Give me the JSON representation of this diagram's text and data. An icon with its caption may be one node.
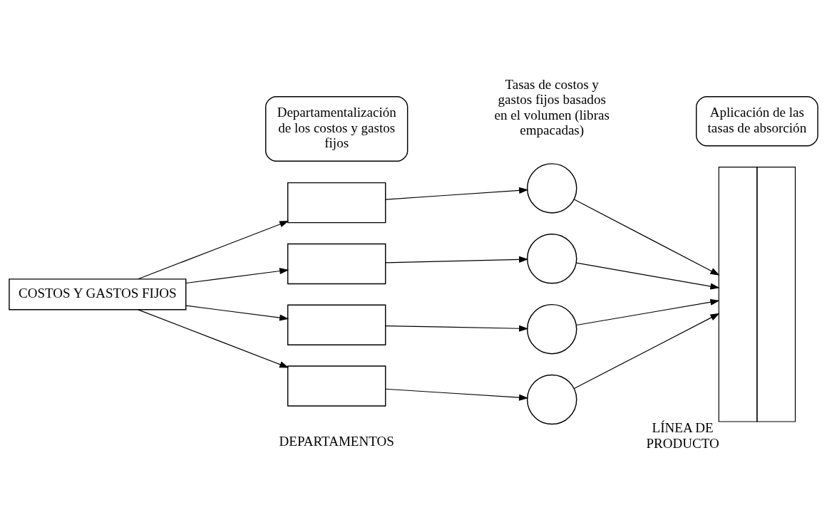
{
  "diagram": {
    "nodes": [
      {
        "text": [
          "Departamentalización de los costos y gastos fijos"
        ]
      },
      {
        "text": [
          "Aplicación de las tasas de absorción"
        ]
      },
      {
        "text": [
          "COSTOS Y GASTOS FIJOS"
        ]
      },
      {
        "text": [],
        "shape": "box"
      },
      {
        "text": [],
        "shape": "box"
      },
      {
        "text": [],
        "shape": "box"
      },
      {
        "text": [],
        "shape": "box"
      },
      {
        "text": [],
        "shape": "circle"
      },
      {
        "text": [],
        "shape": "circle"
      },
      {
        "text": [],
        "shape": "circle"
      },
      {
        "text": [],
        "shape": "circle"
      },
      {
        "text": [],
        "shape": "bar",
        "beside": [
          "LÍNEA DE PRODUCTO"
        ]
      }
    ],
    "edges": [
      {
        "from": 2,
        "to": 3,
        "arrow": "to"
      },
      {
        "from": 2,
        "to": 4,
        "arrow": "to"
      },
      {
        "from": 2,
        "to": 5,
        "arrow": "to"
      },
      {
        "from": 2,
        "to": 6,
        "arrow": "to"
      },
      {
        "from": 3,
        "to": 7,
        "arrow": "to"
      },
      {
        "from": 4,
        "to": 8,
        "arrow": "to"
      },
      {
        "from": 5,
        "to": 9,
        "arrow": "to"
      },
      {
        "from": 6,
        "to": 10,
        "arrow": "to"
      },
      {
        "from": 7,
        "to": 11,
        "arrow": "to"
      },
      {
        "from": 8,
        "to": 11,
        "arrow": "to"
      },
      {
        "from": 9,
        "to": 11,
        "arrow": "to"
      },
      {
        "from": 10,
        "to": 11,
        "arrow": "to"
      }
    ],
    "labels": [
      "Tasas de costos y gastos fijos basados en el volumen (libras empacadas)",
      "DEPARTAMENTOS"
    ]
  }
}
